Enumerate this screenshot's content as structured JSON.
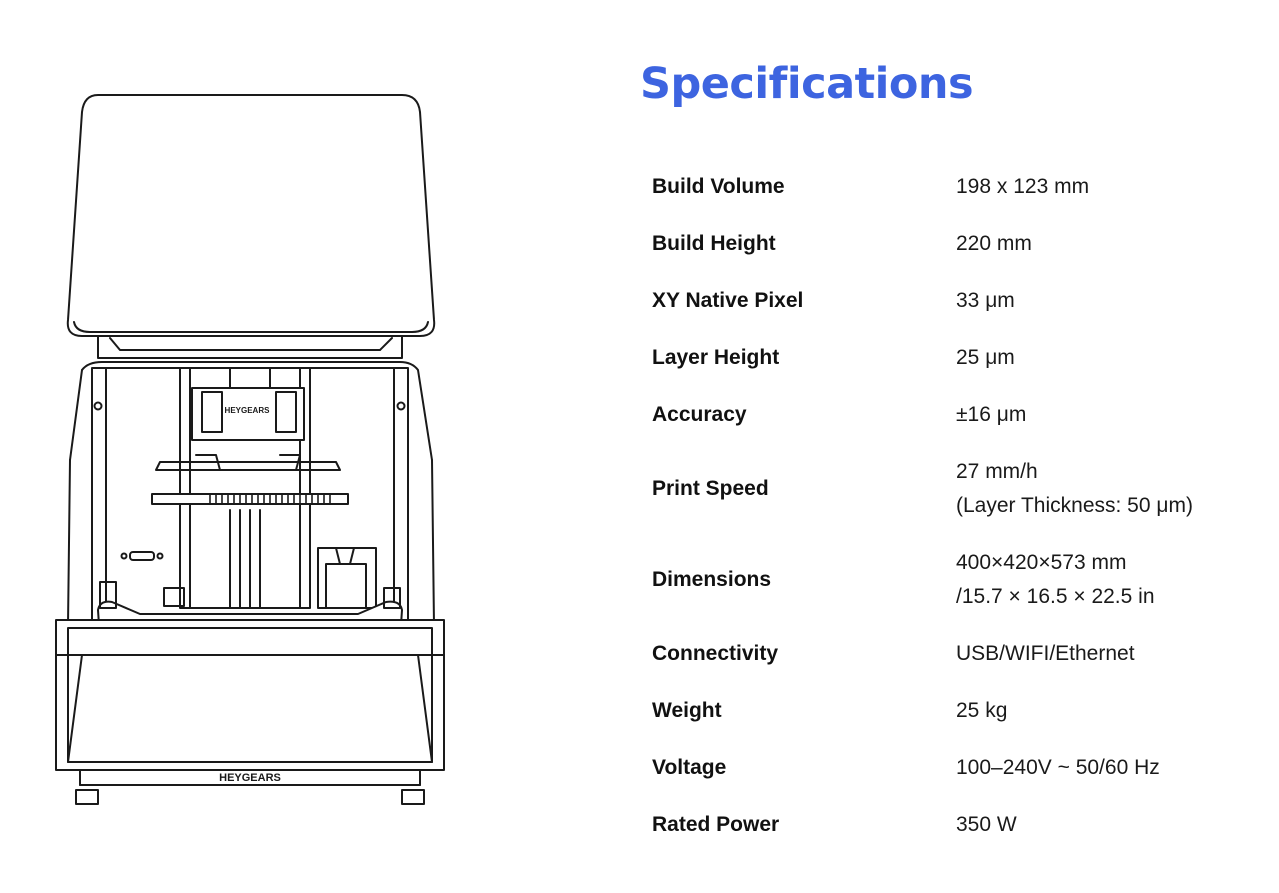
{
  "colors": {
    "title": "#3d64e0",
    "label": "#111111",
    "value": "#1a1a1a",
    "drawing_stroke": "#1a1a1a"
  },
  "product_image": {
    "brand_text": "HeyGears",
    "icon": "resin-3d-printer-line-drawing"
  },
  "specs": {
    "title": "Specifications",
    "rows": [
      {
        "label": "Build Volume",
        "value": [
          "198 x 123 mm"
        ]
      },
      {
        "label": "Build Height",
        "value": [
          "220 mm"
        ]
      },
      {
        "label": "XY Native Pixel",
        "value": [
          "33 μm"
        ]
      },
      {
        "label": "Layer Height",
        "value": [
          "25 μm"
        ]
      },
      {
        "label": "Accuracy",
        "value": [
          "±16 μm"
        ]
      },
      {
        "label": "Print Speed",
        "value": [
          "27 mm/h",
          "(Layer Thickness: 50 μm)"
        ]
      },
      {
        "label": "Dimensions",
        "value": [
          "400×420×573 mm",
          "/15.7 × 16.5 × 22.5 in"
        ]
      },
      {
        "label": "Connectivity",
        "value": [
          "USB/WIFI/Ethernet"
        ]
      },
      {
        "label": "Weight",
        "value": [
          "25 kg"
        ]
      },
      {
        "label": "Voltage",
        "value": [
          "100–240V ~ 50/60 Hz"
        ]
      },
      {
        "label": "Rated Power",
        "value": [
          "350 W"
        ]
      }
    ]
  }
}
